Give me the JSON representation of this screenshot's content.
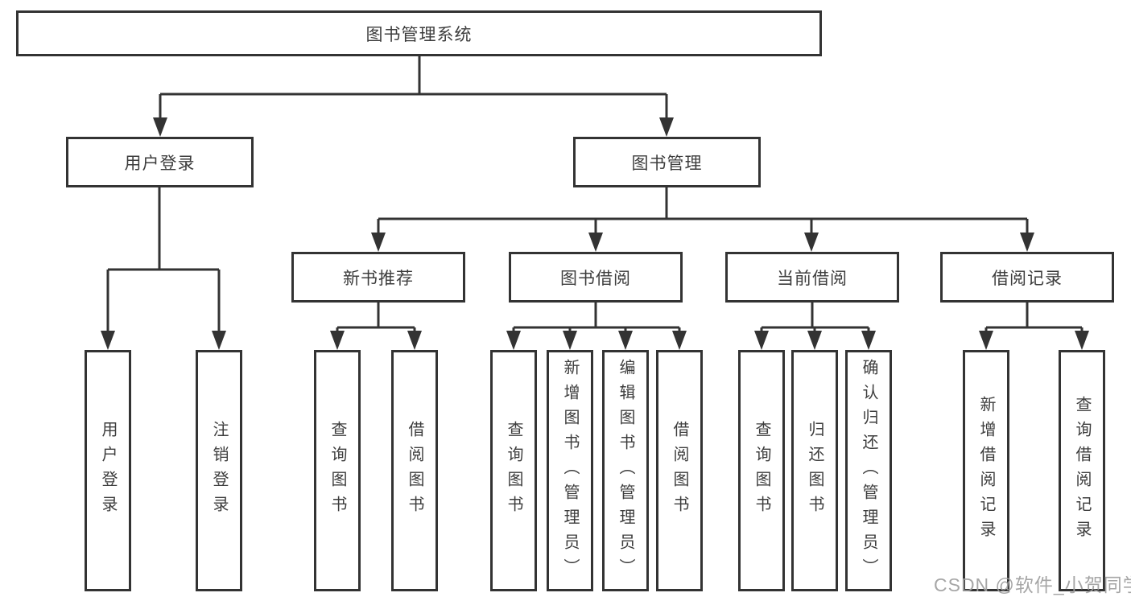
{
  "diagram": {
    "root": {
      "label": "图书管理系统"
    },
    "user_branch": {
      "label": "用户登录",
      "children": [
        {
          "label": "用户登录"
        },
        {
          "label": "注销登录"
        }
      ]
    },
    "book_branch": {
      "label": "图书管理",
      "groups": [
        {
          "label": "新书推荐",
          "children": [
            {
              "label": "查询图书"
            },
            {
              "label": "借阅图书"
            }
          ]
        },
        {
          "label": "图书借阅",
          "children": [
            {
              "label": "查询图书"
            },
            {
              "label": "新增图书（管理员）"
            },
            {
              "label": "编辑图书（管理员）"
            },
            {
              "label": "借阅图书"
            }
          ]
        },
        {
          "label": "当前借阅",
          "children": [
            {
              "label": "查询图书"
            },
            {
              "label": "归还图书"
            },
            {
              "label": "确认归还（管理员）"
            }
          ]
        },
        {
          "label": "借阅记录",
          "children": [
            {
              "label": "新增借阅记录"
            },
            {
              "label": "查询借阅记录"
            }
          ]
        }
      ]
    },
    "watermark": "CSDN @软件_小贺同学",
    "colors": {
      "line": "#333333",
      "text": "#3d3d3d",
      "background": "#ffffff",
      "watermark": "#9e9e9e"
    }
  }
}
